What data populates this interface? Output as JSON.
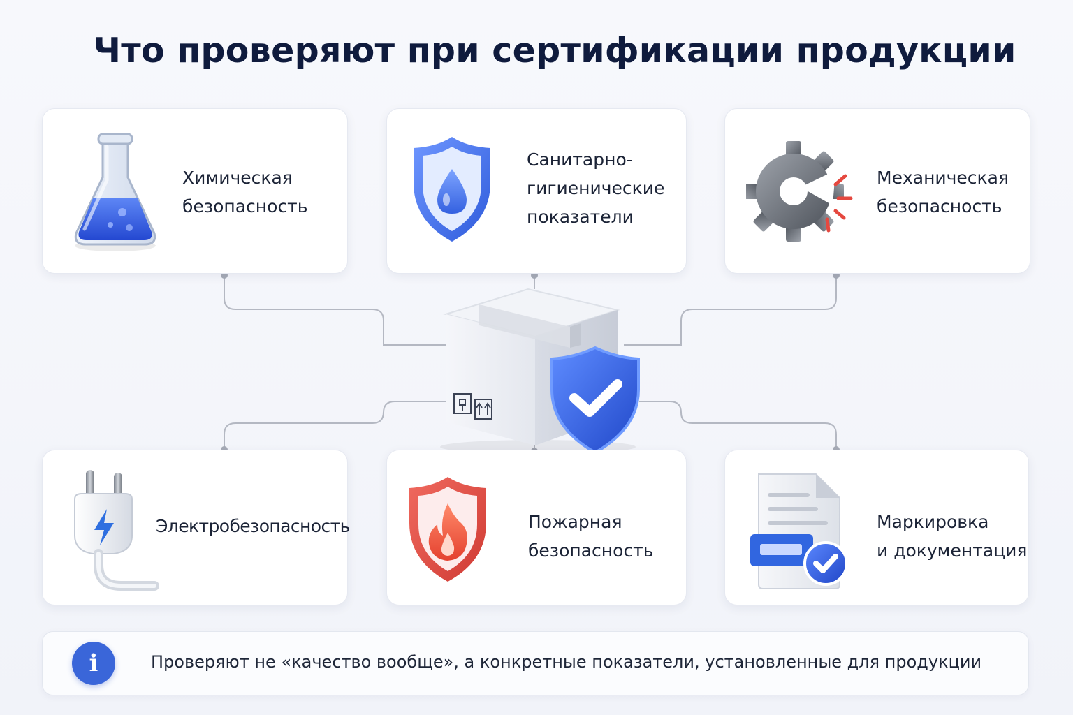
{
  "title": "Что проверяют при сертификации продукции",
  "cards": [
    {
      "id": "chemical",
      "lines": [
        "Химическая",
        "безопасность"
      ],
      "icon": "flask-icon"
    },
    {
      "id": "sanitary",
      "lines": [
        "Санитарно-",
        "гигиенические",
        "показатели"
      ],
      "icon": "water-drop-shield-icon"
    },
    {
      "id": "mechanical",
      "lines": [
        "Механическая",
        "безопасность"
      ],
      "icon": "broken-gear-icon"
    },
    {
      "id": "electrical",
      "lines": [
        "Электробезопасность"
      ],
      "icon": "power-plug-icon"
    },
    {
      "id": "fire",
      "lines": [
        "Пожарная",
        "безопасность"
      ],
      "icon": "fire-shield-icon"
    },
    {
      "id": "marking",
      "lines": [
        "Маркировка",
        "и документация"
      ],
      "icon": "document-check-icon"
    }
  ],
  "center": {
    "icon": "package-box-shield-check-icon"
  },
  "note": {
    "icon": "info-icon",
    "icon_glyph": "i",
    "text": "Проверяют не «качество вообще», а конкретные показатели, установленные для продукции"
  },
  "colors": {
    "accent_blue": "#3a66d9",
    "fire_red": "#e5483f",
    "title": "#0f1b3d",
    "connector": "#aeb3be"
  }
}
